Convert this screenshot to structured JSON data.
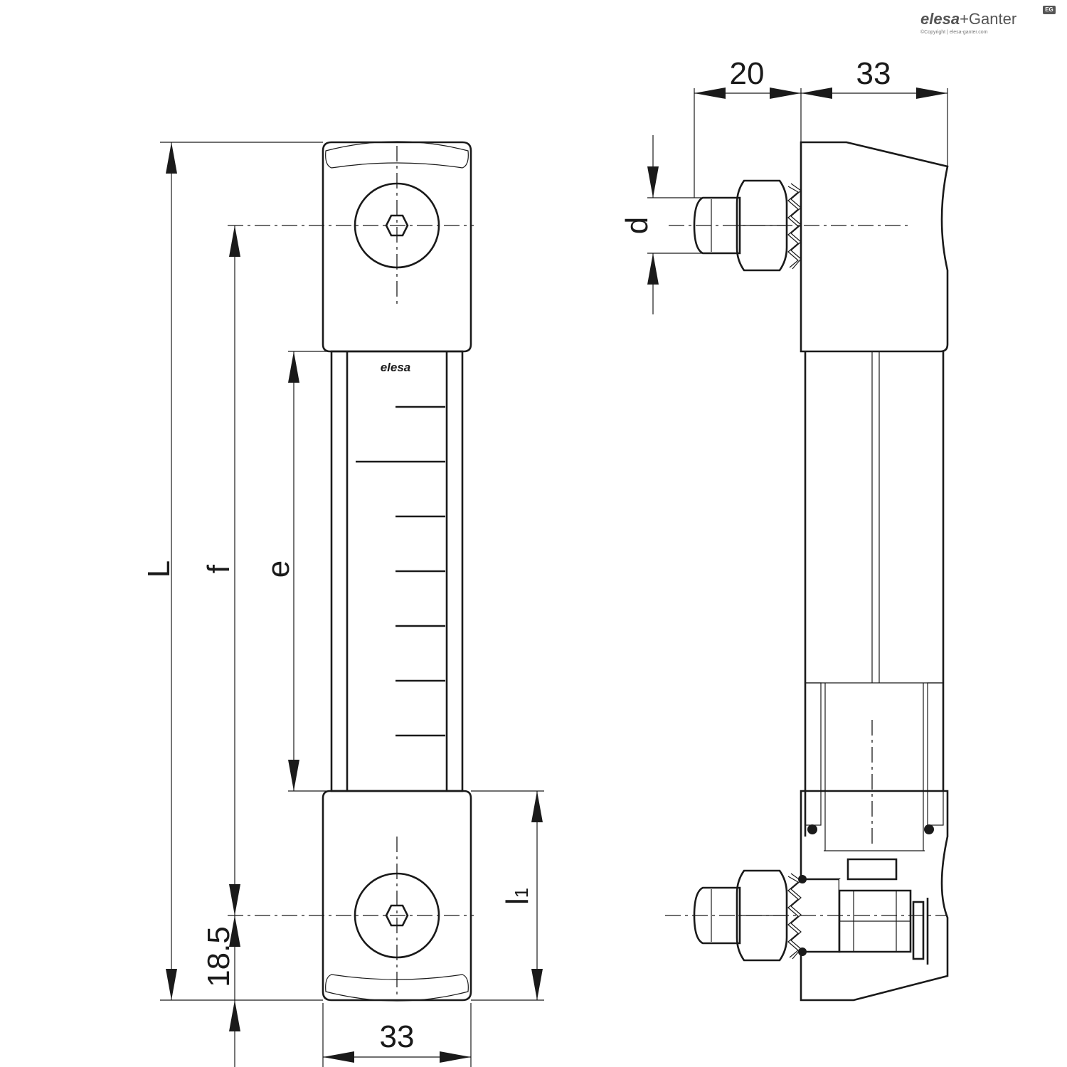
{
  "brand": {
    "logo_part1": "elesa",
    "logo_sep": "+",
    "logo_part2": "Ganter",
    "copyright": "©Copyright | elesa-ganter.com",
    "mark": "EG",
    "product_logo": "elesa"
  },
  "dimensions": {
    "L": "L",
    "f": "f",
    "e": "e",
    "d": "d",
    "l1_main": "l",
    "l1_sub": "1",
    "bottom_offset": "18.5",
    "front_width": "33",
    "side_top_left": "20",
    "side_top_right": "33"
  },
  "scale": {
    "tick_count": 7,
    "long_tick_index": 1
  }
}
